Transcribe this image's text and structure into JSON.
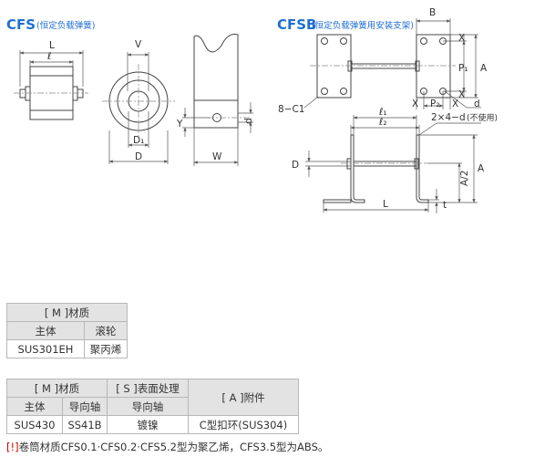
{
  "cfs": {
    "title": "CFS",
    "subtitle": "(恒定负载弹簧)",
    "labels": {
      "L": "L",
      "l": "ℓ",
      "V": "V",
      "D1": "D₁",
      "D": "D",
      "W": "W",
      "Y": "Y",
      "d": "d"
    }
  },
  "cfsb": {
    "title": "CFSB",
    "subtitle": "(恒定负载弹簧用安装支架)",
    "labels": {
      "B": "B",
      "X_top": "X",
      "X_bottom": "X",
      "P1": "P₁",
      "A_top": "A",
      "chamfer": "8−C1",
      "X_left": "X",
      "P2": "P₂",
      "X_right": "X",
      "d": "d",
      "l1": "ℓ₁",
      "l2": "ℓ₂",
      "holes": "2×4−d",
      "holes_note": "(不使用)",
      "D": "D",
      "A_side": "A",
      "A_half": "A/2",
      "L": "L",
      "t": "t"
    }
  },
  "table1": {
    "caption": "[ M ]材质",
    "col1": "主体",
    "col2": "滚轮",
    "val1": "SUS301EH",
    "val2": "聚丙烯"
  },
  "table2": {
    "m_caption": "[ M ]材质",
    "s_caption": "[ S ]表面处理",
    "a_caption": "[ A ]附件",
    "col_body": "主体",
    "col_shaft": "导向轴",
    "col_shaft2": "导向轴",
    "val_body": "SUS430",
    "val_shaft": "SS41B",
    "val_surface": "镀镍",
    "val_attach": "C型扣环(SUS304)"
  },
  "note": {
    "mark": "[!]",
    "text": "卷筒材质CFS0.1·CFS0.2·CFS5.2型为聚乙烯，CFS3.5型为ABS。"
  }
}
